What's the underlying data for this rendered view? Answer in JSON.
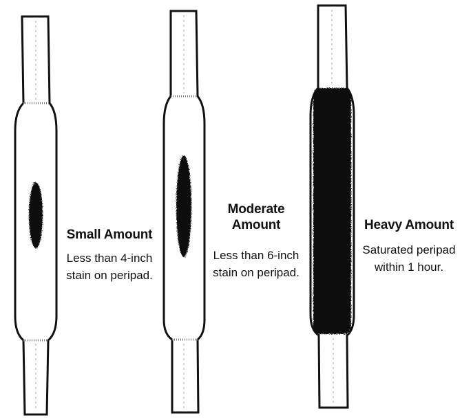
{
  "figure": {
    "pads": [
      {
        "title": "Small Amount",
        "description": "Less than 4-inch stain on peripad."
      },
      {
        "title": "Moderate Amount",
        "description": "Less than 6-inch stain on peripad."
      },
      {
        "title": "Heavy Amount",
        "description": "Saturated peripad within 1 hour."
      }
    ],
    "colors": {
      "ink": "#111111",
      "stain": "#0d0d0d",
      "paper": "#ffffff"
    }
  }
}
